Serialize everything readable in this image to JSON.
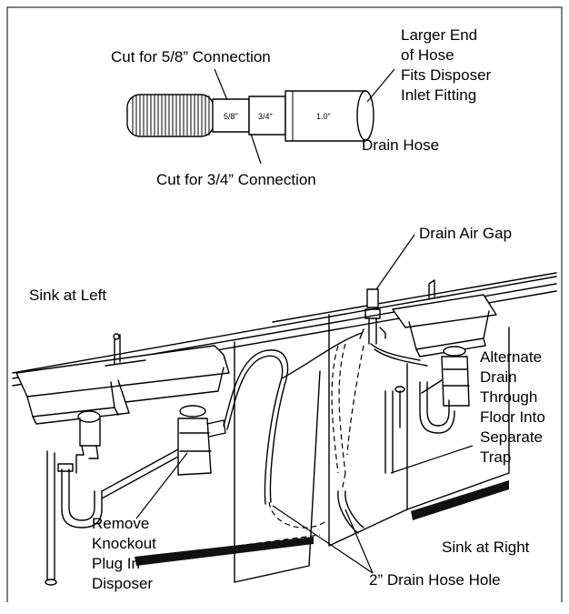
{
  "hose_callouts": {
    "cut_58": "Cut for 5/8” Connection",
    "cut_34": "Cut for 3/4” Connection",
    "larger_end_1": "Larger End",
    "larger_end_2": "of Hose",
    "larger_end_3": "Fits Disposer",
    "larger_end_4": "Inlet Fitting",
    "drain_hose": "Drain Hose"
  },
  "hose_markings": {
    "m58": "5/8\"",
    "m34": "3/4\"",
    "m10": "1.0\""
  },
  "install_callouts": {
    "drain_air_gap": "Drain Air Gap",
    "sink_left": "Sink at Left",
    "sink_right": "Sink at Right",
    "alternate": [
      "Alternate",
      "Drain",
      "Through",
      "Floor Into",
      "Separate",
      "Trap"
    ],
    "knockout": [
      "Remove",
      "Knockout",
      "Plug In",
      "Disposer"
    ],
    "hose_hole": "2” Drain Hose Hole"
  }
}
